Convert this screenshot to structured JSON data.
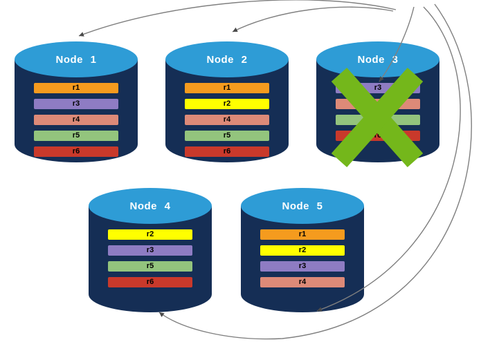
{
  "diagram": {
    "background": "#ffffff",
    "palette": {
      "cyl-body": "#152e55",
      "cyl-top": "#2e9cd6",
      "arrow": "#7f7f7f",
      "arrowhead": "#4a4a4a",
      "failure-x": "#74b71b",
      "bar-text": "#000000"
    },
    "nodes": [
      {
        "name": "Node 1",
        "failed": false,
        "replicas": [
          {
            "label": "r1",
            "color": "#F59B1E"
          },
          {
            "label": "r3",
            "color": "#8E7CC3"
          },
          {
            "label": "r4",
            "color": "#DD8A78"
          },
          {
            "label": "r5",
            "color": "#93C47D"
          },
          {
            "label": "r6",
            "color": "#C9392B"
          }
        ]
      },
      {
        "name": "Node 2",
        "failed": false,
        "replicas": [
          {
            "label": "r1",
            "color": "#F59B1E"
          },
          {
            "label": "r2",
            "color": "#FFFF00"
          },
          {
            "label": "r4",
            "color": "#DD8A78"
          },
          {
            "label": "r5",
            "color": "#93C47D"
          },
          {
            "label": "r6",
            "color": "#C9392B"
          }
        ]
      },
      {
        "name": "Node 3",
        "failed": true,
        "replicas": [
          {
            "label": "r3",
            "color": "#8E7CC3"
          },
          {
            "label": "r4",
            "color": "#DD8A78"
          },
          {
            "label": "r5",
            "color": "#93C47D"
          },
          {
            "label": "r6",
            "color": "#C9392B"
          }
        ]
      },
      {
        "name": "Node 4",
        "failed": false,
        "replicas": [
          {
            "label": "r2",
            "color": "#FFFF00"
          },
          {
            "label": "r3",
            "color": "#8E7CC3"
          },
          {
            "label": "r5",
            "color": "#93C47D"
          },
          {
            "label": "r6",
            "color": "#C9392B"
          }
        ]
      },
      {
        "name": "Node 5",
        "failed": false,
        "replicas": [
          {
            "label": "r1",
            "color": "#F59B1E"
          },
          {
            "label": "r2",
            "color": "#FFFF00"
          },
          {
            "label": "r3",
            "color": "#8E7CC3"
          },
          {
            "label": "r4",
            "color": "#DD8A78"
          }
        ]
      }
    ],
    "failure": {
      "node": "Node 3",
      "marker": "green-x"
    },
    "arrows": [
      {
        "origin": "top-right above Node 3",
        "target": "node-1-top"
      },
      {
        "origin": "top-right above Node 3",
        "target": "node-2-top"
      },
      {
        "origin": "top-right above Node 3",
        "target": "node-3-replica-r3"
      },
      {
        "origin": "top-right above Node 3",
        "target": "node-5-bottom"
      },
      {
        "origin": "top-right above Node 3",
        "target": "node-4-bottom"
      }
    ]
  }
}
